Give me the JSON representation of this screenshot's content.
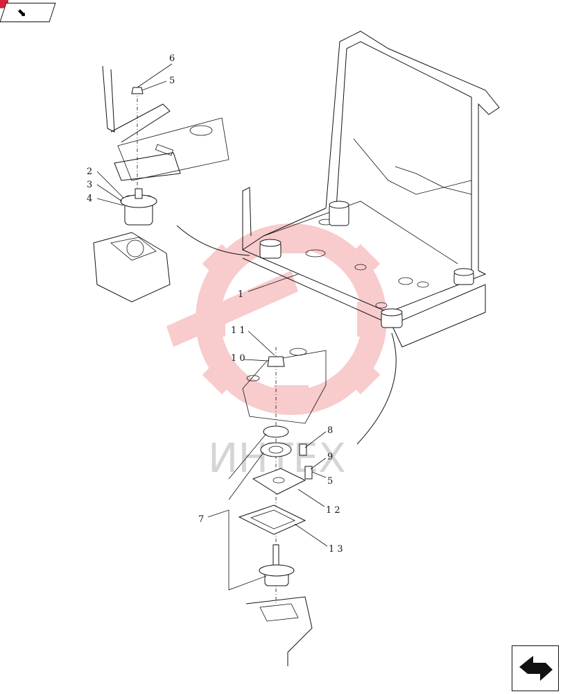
{
  "callouts": {
    "c1": "1",
    "c2": "2",
    "c3": "3",
    "c4": "4",
    "c5a": "5",
    "c5b": "5",
    "c6": "6",
    "c7": "7",
    "c8": "8",
    "c9": "9",
    "c10": "1 0",
    "c11": "1 1",
    "c12": "1 2",
    "c13": "1 3"
  },
  "watermark": {
    "text": "ИНТЕХ",
    "color": "#e8474d"
  },
  "nav": {
    "top_icon": "arrow-next-icon",
    "bottom_icon": "arrow-back-icon",
    "badge_color": "#d6203a"
  }
}
